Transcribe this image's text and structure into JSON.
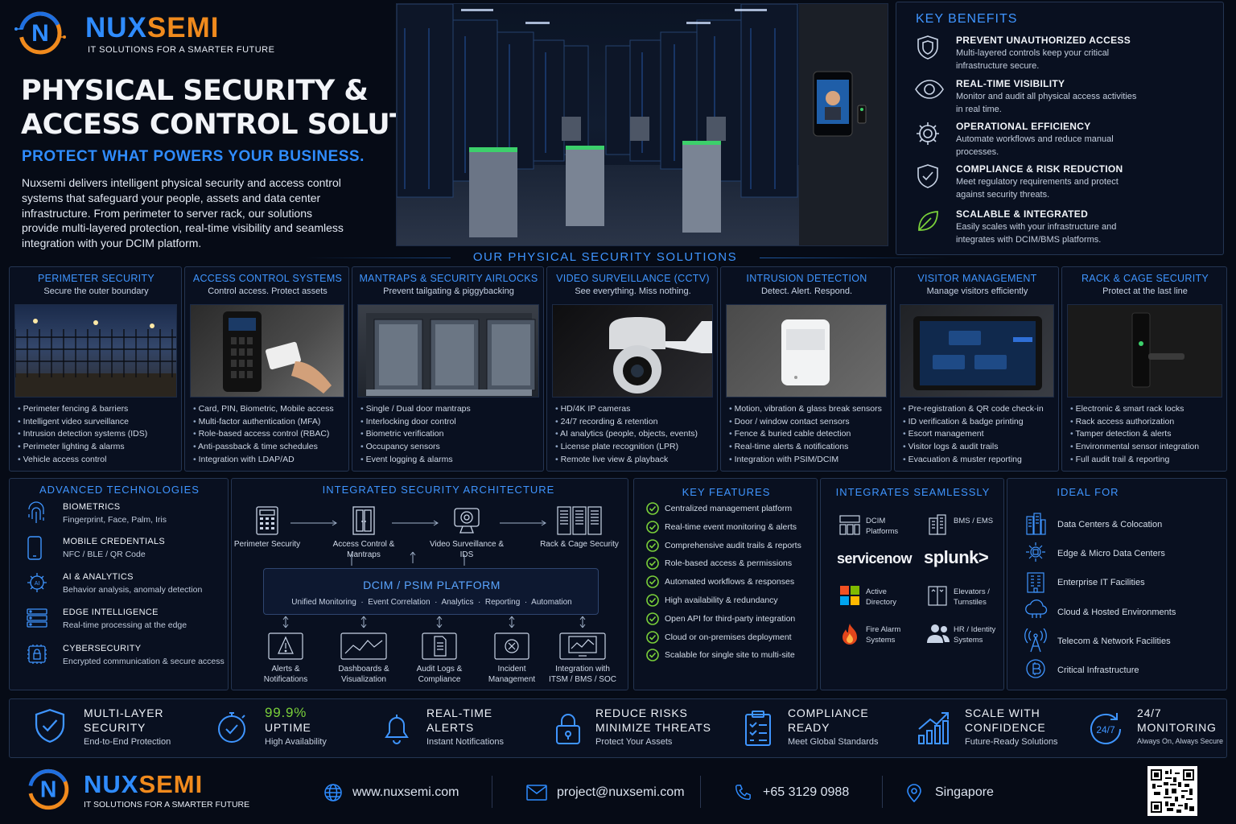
{
  "brand": {
    "name_part1": "NUX",
    "name_part2": "SEMI",
    "tagline": "IT SOLUTIONS FOR A SMARTER FUTURE"
  },
  "hero": {
    "title_line1": "PHYSICAL SECURITY &",
    "title_line2": "ACCESS CONTROL SOLUTIONS",
    "subtitle": "PROTECT WHAT POWERS YOUR BUSINESS.",
    "description": "Nuxsemi delivers intelligent physical security and access control systems that safeguard your people, assets and data center infrastructure. From perimeter to server rack, our solutions provide multi-layered protection, real-time visibility and seamless integration with your DCIM platform."
  },
  "key_benefits": {
    "title": "KEY BENEFITS",
    "items": [
      {
        "icon": "shield-icon",
        "title": "PREVENT UNAUTHORIZED ACCESS",
        "text": "Multi-layered controls keep your critical infrastructure secure."
      },
      {
        "icon": "eye-icon",
        "title": "REAL-TIME VISIBILITY",
        "text": "Monitor and audit all physical access activities in real time."
      },
      {
        "icon": "gear-icon",
        "title": "OPERATIONAL EFFICIENCY",
        "text": "Automate workflows and reduce manual processes."
      },
      {
        "icon": "shield-check-icon",
        "title": "COMPLIANCE & RISK REDUCTION",
        "text": "Meet regulatory requirements and protect against security threats."
      },
      {
        "icon": "leaf-icon",
        "title": "SCALABLE & INTEGRATED",
        "text": "Easily scales with your infrastructure and integrates with DCIM/BMS platforms."
      }
    ]
  },
  "solutions": {
    "title": "OUR PHYSICAL SECURITY SOLUTIONS",
    "items": [
      {
        "title": "PERIMETER SECURITY",
        "subtitle": "Secure the outer boundary",
        "bullets": [
          "Perimeter fencing & barriers",
          "Intelligent video surveillance",
          "Intrusion detection systems (IDS)",
          "Perimeter lighting & alarms",
          "Vehicle access control"
        ]
      },
      {
        "title": "ACCESS CONTROL SYSTEMS",
        "subtitle": "Control access. Protect assets",
        "bullets": [
          "Card, PIN, Biometric, Mobile access",
          "Multi-factor authentication (MFA)",
          "Role-based access control (RBAC)",
          "Anti-passback & time schedules",
          "Integration with LDAP/AD"
        ]
      },
      {
        "title": "MANTRAPS & SECURITY AIRLOCKS",
        "subtitle": "Prevent tailgating & piggybacking",
        "bullets": [
          "Single / Dual door mantraps",
          "Interlocking door control",
          "Biometric verification",
          "Occupancy sensors",
          "Event logging & alarms"
        ]
      },
      {
        "title": "VIDEO SURVEILLANCE (CCTV)",
        "subtitle": "See everything. Miss nothing.",
        "bullets": [
          "HD/4K IP cameras",
          "24/7 recording & retention",
          "AI analytics (people, objects, events)",
          "License plate recognition (LPR)",
          "Remote live view & playback"
        ]
      },
      {
        "title": "INTRUSION DETECTION",
        "subtitle": "Detect. Alert. Respond.",
        "bullets": [
          "Motion, vibration & glass break sensors",
          "Door / window contact sensors",
          "Fence & buried cable detection",
          "Real-time alerts & notifications",
          "Integration with PSIM/DCIM"
        ]
      },
      {
        "title": "VISITOR MANAGEMENT",
        "subtitle": "Manage visitors efficiently",
        "bullets": [
          "Pre-registration & QR code check-in",
          "ID verification & badge printing",
          "Escort management",
          "Visitor logs & audit trails",
          "Evacuation & muster reporting"
        ]
      },
      {
        "title": "RACK & CAGE SECURITY",
        "subtitle": "Protect at the last line",
        "bullets": [
          "Electronic & smart rack locks",
          "Rack access authorization",
          "Tamper detection & alerts",
          "Environmental sensor integration",
          "Full audit trail & reporting"
        ]
      }
    ]
  },
  "advanced": {
    "title": "ADVANCED TECHNOLOGIES",
    "items": [
      {
        "icon": "fingerprint-icon",
        "title": "BIOMETRICS",
        "text": "Fingerprint, Face, Palm, Iris"
      },
      {
        "icon": "mobile-icon",
        "title": "MOBILE CREDENTIALS",
        "text": "NFC / BLE / QR Code"
      },
      {
        "icon": "ai-gear-icon",
        "title": "AI & ANALYTICS",
        "text": "Behavior analysis, anomaly detection"
      },
      {
        "icon": "server-icon",
        "title": "EDGE INTELLIGENCE",
        "text": "Real-time processing at the edge"
      },
      {
        "icon": "lock-chip-icon",
        "title": "CYBERSECURITY",
        "text": "Encrypted communication & secure access"
      }
    ]
  },
  "architecture": {
    "title": "INTEGRATED SECURITY ARCHITECTURE",
    "top": [
      {
        "icon": "keypad-icon",
        "label": "Perimeter Security"
      },
      {
        "icon": "door-icon",
        "label": "Access Control & Mantraps"
      },
      {
        "icon": "camera-icon",
        "label": "Video Surveillance & IDS"
      },
      {
        "icon": "rack-icon",
        "label": "Rack & Cage Security"
      }
    ],
    "platform_title": "DCIM / PSIM PLATFORM",
    "platform_sub": "Unified Monitoring  ·  Event Correlation  ·  Analytics  ·  Reporting  ·  Automation",
    "bottom": [
      {
        "icon": "alert-icon",
        "label": "Alerts & Notifications"
      },
      {
        "icon": "chart-icon",
        "label": "Dashboards & Visualization"
      },
      {
        "icon": "document-icon",
        "label": "Audit Logs & Compliance"
      },
      {
        "icon": "incident-icon",
        "label": "Incident Management"
      },
      {
        "icon": "monitor-icon",
        "label": "Integration with ITSM / BMS / SOC"
      }
    ]
  },
  "key_features": {
    "title": "KEY FEATURES",
    "items": [
      "Centralized management platform",
      "Real-time event monitoring & alerts",
      "Comprehensive audit trails & reports",
      "Role-based access & permissions",
      "Automated workflows & responses",
      "High availability & redundancy",
      "Open API for third-party integration",
      "Cloud or on-premises deployment",
      "Scalable for single site to multi-site"
    ]
  },
  "integrates": {
    "title": "INTEGRATES SEAMLESSLY",
    "items": [
      {
        "icon": "dcim-icon",
        "label": "DCIM Platforms"
      },
      {
        "icon": "building-icon",
        "label": "BMS / EMS"
      },
      {
        "icon": "servicenow-logo",
        "label": "servicenow"
      },
      {
        "icon": "splunk-logo",
        "label": "splunk>"
      },
      {
        "icon": "windows-icon",
        "label": "Active Directory"
      },
      {
        "icon": "elevator-icon",
        "label": "Elevators / Turnstiles"
      },
      {
        "icon": "fire-icon",
        "label": "Fire Alarm Systems"
      },
      {
        "icon": "users-icon",
        "label": "HR / Identity Systems"
      }
    ]
  },
  "ideal_for": {
    "title": "IDEAL FOR",
    "items": [
      {
        "icon": "datacenter-icon",
        "label": "Data Centers & Colocation"
      },
      {
        "icon": "edge-icon",
        "label": "Edge & Micro Data Centers"
      },
      {
        "icon": "enterprise-icon",
        "label": "Enterprise IT Facilities"
      },
      {
        "icon": "cloud-icon",
        "label": "Cloud & Hosted Environments"
      },
      {
        "icon": "antenna-icon",
        "label": "Telecom & Network Facilities"
      },
      {
        "icon": "infrastructure-icon",
        "label": "Critical Infrastructure"
      }
    ]
  },
  "stats": [
    {
      "icon": "shield-check-icon",
      "title1": "MULTI-LAYER",
      "title2": "SECURITY",
      "sub": "End-to-End Protection"
    },
    {
      "icon": "clock-check-icon",
      "title1": "99.9%",
      "title2": "UPTIME",
      "sub": "High Availability"
    },
    {
      "icon": "bell-icon",
      "title1": "REAL-TIME",
      "title2": "ALERTS",
      "sub": "Instant Notifications"
    },
    {
      "icon": "padlock-icon",
      "title1": "REDUCE RISKS",
      "title2": "MINIMIZE THREATS",
      "sub": "Protect Your Assets"
    },
    {
      "icon": "clipboard-icon",
      "title1": "COMPLIANCE",
      "title2": "READY",
      "sub": "Meet Global Standards"
    },
    {
      "icon": "growth-chart-icon",
      "title1": "SCALE WITH",
      "title2": "CONFIDENCE",
      "sub": "Future-Ready Solutions"
    },
    {
      "icon": "monitoring-247-icon",
      "title1": "24/7",
      "title2": "MONITORING",
      "sub": "Always On, Always Secure"
    }
  ],
  "footer": {
    "website": "www.nuxsemi.com",
    "email": "project@nuxsemi.com",
    "phone": "+65 3129 0988",
    "location": "Singapore",
    "badge_247": "24/7"
  },
  "colors": {
    "accent_blue": "#2f8cff",
    "accent_orange": "#f08a1d",
    "accent_green": "#7ad03a",
    "background": "#060b16"
  }
}
